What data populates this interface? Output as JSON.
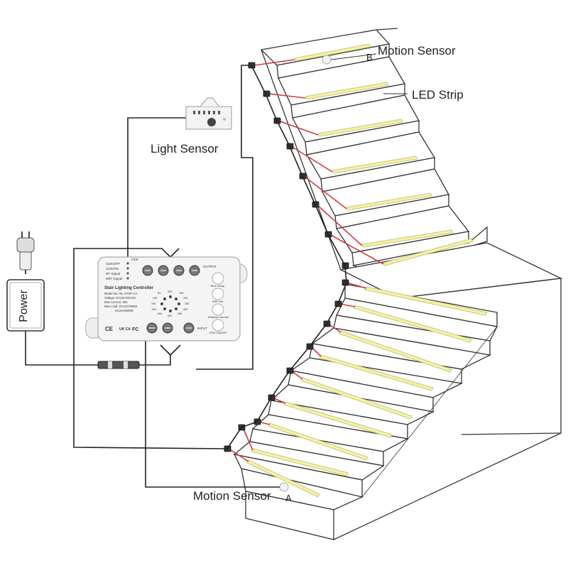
{
  "labels": {
    "motion_sensor_top": "Motion Sensor",
    "motion_sensor_top_tag": "B",
    "led_strip": "LED Strip",
    "light_sensor": "Light Sensor",
    "power": "Power",
    "motion_sensor_bottom": "Motion Sensor",
    "motion_sensor_bottom_tag": "A"
  },
  "controller": {
    "title": "Stair Lighting Controller",
    "specs": [
      "Model No.: RL-STSP-C4",
      "Voltage: DC12V-DC24V",
      "Max Current: 25A",
      "Max Load: DC12V/300W",
      "DC24V/600W"
    ],
    "left_indicators": [
      "CDS/OFF",
      "CDS/ON",
      "RF Signal",
      "WiFi Signal"
    ],
    "cds_label": "CDS",
    "output_label": "OUTPUT",
    "input_label": "INPUT",
    "button_labels": [
      "Time Setup",
      "WiFi Set",
      "Wireless Sensor",
      "CDS ON/OFF"
    ],
    "dial_labels": [
      "20S",
      "25S",
      "30S",
      "35S",
      "40S",
      "45S",
      "50S",
      "55S",
      "60S",
      "10S",
      "15S",
      "5S"
    ],
    "cert_marks": [
      "CE",
      "UK CA",
      "FC"
    ]
  },
  "colors": {
    "line": "#222222",
    "stair_line": "#333333",
    "led": "#f6f2a6",
    "led_edge": "#c9c480",
    "red_wire": "#d23a3a",
    "device": "#f1f1f1",
    "device_edge": "#999999"
  }
}
